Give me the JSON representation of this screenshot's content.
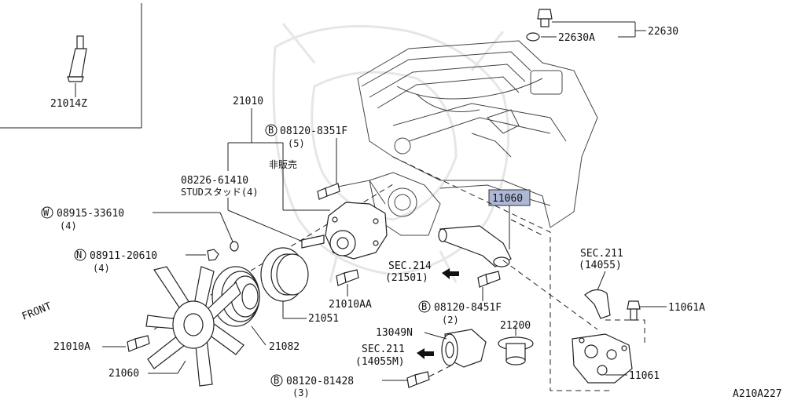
{
  "diagram": {
    "figure_code": "A210A227",
    "front_label": "FRONT",
    "highlight_color": "#aeb7d6",
    "labels": {
      "inset_tube": "21014Z",
      "pump_assy": "21010",
      "bolt_b_upper": "08120-8351F",
      "bolt_b_upper_qty": "(5)",
      "not_for_sale": "非販売",
      "stud_no": "08226-61410",
      "stud_desc": "STUDスタッド(4)",
      "washer_w": "08915-33610",
      "washer_w_qty": "(4)",
      "nut_n": "08911-20610",
      "nut_n_qty": "(4)",
      "bolt_10aa": "21010AA",
      "pulley": "21051",
      "fan_coupling": "21082",
      "bolt_fan": "21010A",
      "fan": "21060",
      "sec214": "SEC.214",
      "sec214_ref": "(21501)",
      "bolt_b_mid": "08120-8451F",
      "bolt_b_mid_qty": "(2)",
      "water_outlet": "13049N",
      "sec211_low": "SEC.211",
      "sec211_low_ref": "(14055M)",
      "bolt_b_low": "08120-81428",
      "bolt_b_low_qty": "(3)",
      "thermostat": "21200",
      "switch": "22630",
      "switch_washer": "22630A",
      "highlighted_part": "11060",
      "sec211_right": "SEC.211",
      "sec211_right_ref": "(14055)",
      "bolt_11061a": "11061A",
      "housing": "11061",
      "prefix_b": "B",
      "prefix_w": "W",
      "prefix_n": "N"
    }
  }
}
